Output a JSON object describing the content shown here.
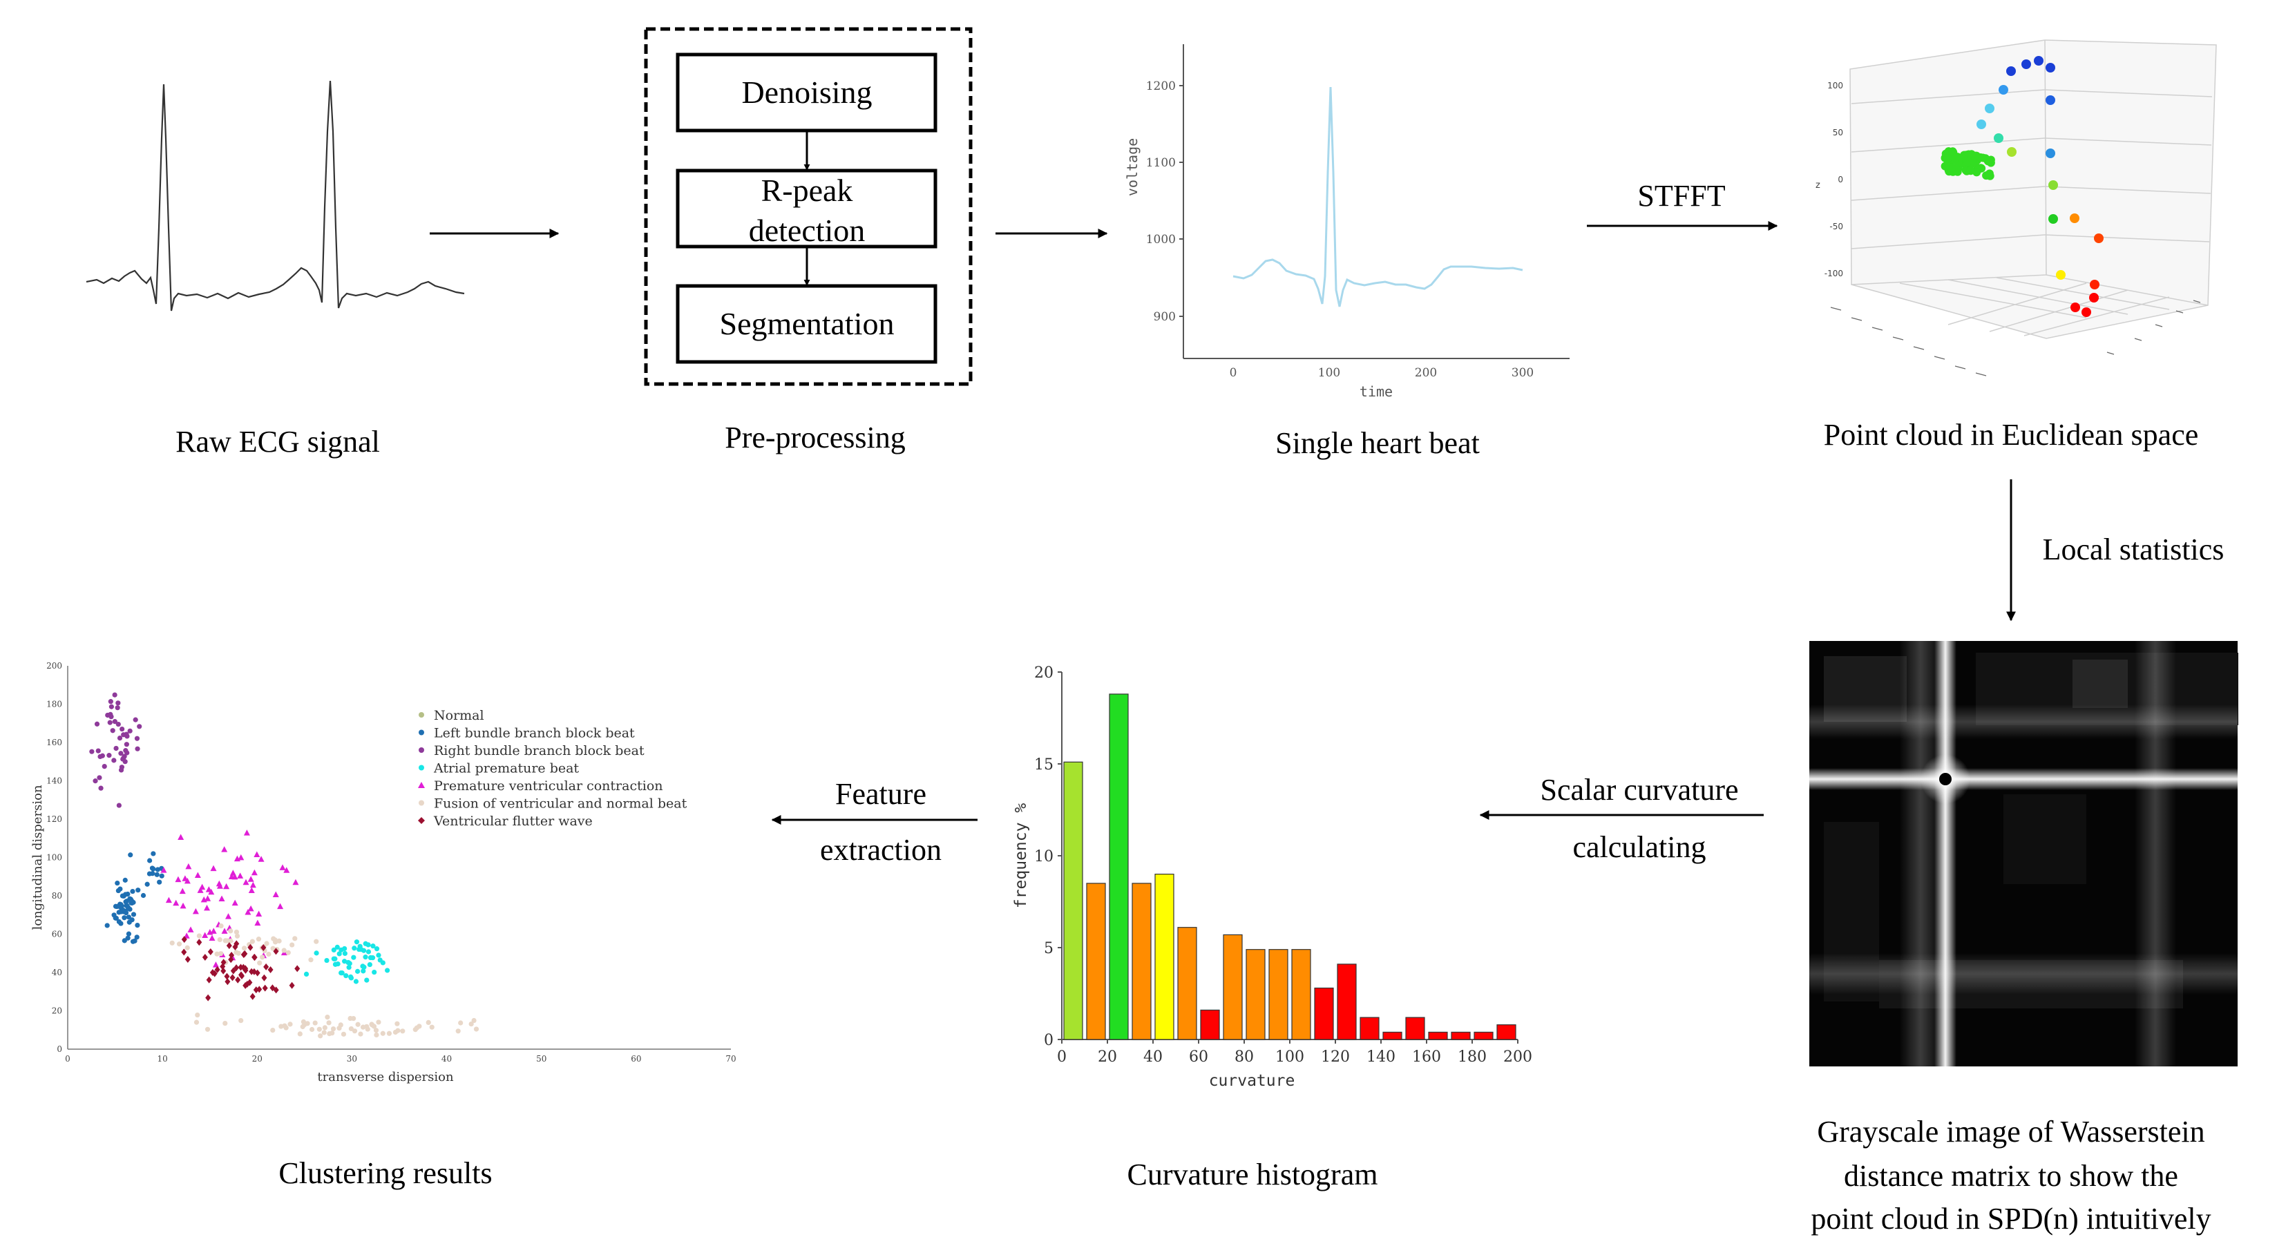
{
  "stages": {
    "raw_ecg": "Raw ECG signal",
    "preprocessing": "Pre-processing",
    "single_beat": "Single heart beat",
    "point_cloud": "Point cloud in Euclidean space",
    "grayscale_line1": "Grayscale image of Wasserstein",
    "grayscale_line2": "distance matrix to show the",
    "grayscale_line3": "point cloud in SPD(n) intuitively",
    "curvature_hist": "Curvature histogram",
    "clustering": "Clustering results"
  },
  "preproc_steps": {
    "denoising": "Denoising",
    "rpeak_line1": "R-peak",
    "rpeak_line2": "detection",
    "segmentation": "Segmentation"
  },
  "arrows": {
    "stft": "STFFT",
    "local_stats": "Local statistics",
    "scalar_line1": "Scalar curvature",
    "scalar_line2": "calculating",
    "feature_line1": "Feature",
    "feature_line2": "extraction"
  },
  "beat_plot": {
    "xlabel": "time",
    "ylabel": "voltage",
    "x_ticks": [
      "0",
      "100",
      "200",
      "300"
    ],
    "y_ticks": [
      "900",
      "1000",
      "1100",
      "1200"
    ],
    "line_color": "#a8d8ec"
  },
  "pointcloud_plot": {
    "zlabel": "z",
    "z_ticks": [
      "100",
      "50",
      "0",
      "-50",
      "-100"
    ]
  },
  "chart_data": [
    {
      "type": "bar",
      "xlabel": "curvature",
      "ylabel": "frequency %",
      "xlim": [
        0,
        200
      ],
      "ylim": [
        0,
        20
      ],
      "x_ticks": [
        "0",
        "20",
        "40",
        "60",
        "80",
        "100",
        "120",
        "140",
        "160",
        "180",
        "200"
      ],
      "y_ticks": [
        "0",
        "5",
        "10",
        "15",
        "20"
      ],
      "bins": [
        0,
        10,
        20,
        30,
        40,
        50,
        60,
        70,
        80,
        90,
        100,
        110,
        120,
        130,
        140,
        150,
        160,
        170,
        180,
        190
      ],
      "values": [
        15.1,
        8.5,
        18.8,
        8.5,
        9.0,
        6.1,
        1.6,
        5.7,
        4.9,
        4.9,
        4.9,
        2.8,
        4.1,
        1.2,
        0.4,
        1.2,
        0.4,
        0.4,
        0.4,
        0.8
      ],
      "colors": [
        "#a6e22e",
        "#ff8c00",
        "#22dd22",
        "#ff8c00",
        "#ffff00",
        "#ff8c00",
        "#ff0000",
        "#ff8c00",
        "#ff8c00",
        "#ff8c00",
        "#ff8c00",
        "#ff0000",
        "#ff0000",
        "#ff0000",
        "#ff0000",
        "#ff0000",
        "#ff0000",
        "#ff0000",
        "#ff0000",
        "#ff0000"
      ]
    },
    {
      "type": "scatter",
      "xlabel": "transverse dispersion",
      "ylabel": "longitudinal dispersion",
      "xlim": [
        0,
        70
      ],
      "ylim": [
        0,
        200
      ],
      "x_ticks": [
        "0",
        "10",
        "20",
        "30",
        "40",
        "50",
        "60",
        "70"
      ],
      "y_ticks": [
        "0",
        "20",
        "40",
        "60",
        "80",
        "100",
        "120",
        "140",
        "160",
        "180",
        "200"
      ],
      "series": [
        {
          "name": "Normal",
          "color": "#b5bf86",
          "marker": "dot"
        },
        {
          "name": "Left bundle branch block beat",
          "color": "#1f6fb2",
          "marker": "dot"
        },
        {
          "name": "Right bundle branch block beat",
          "color": "#8e3a9a",
          "marker": "dot"
        },
        {
          "name": "Atrial premature beat",
          "color": "#18e6e6",
          "marker": "dot"
        },
        {
          "name": "Premature ventricular contraction",
          "color": "#e01ed6",
          "marker": "triangle"
        },
        {
          "name": "Fusion of ventricular and normal beat",
          "color": "#e8d7c8",
          "marker": "dot"
        },
        {
          "name": "Ventricular flutter wave",
          "color": "#9b1030",
          "marker": "diamond"
        }
      ]
    }
  ]
}
